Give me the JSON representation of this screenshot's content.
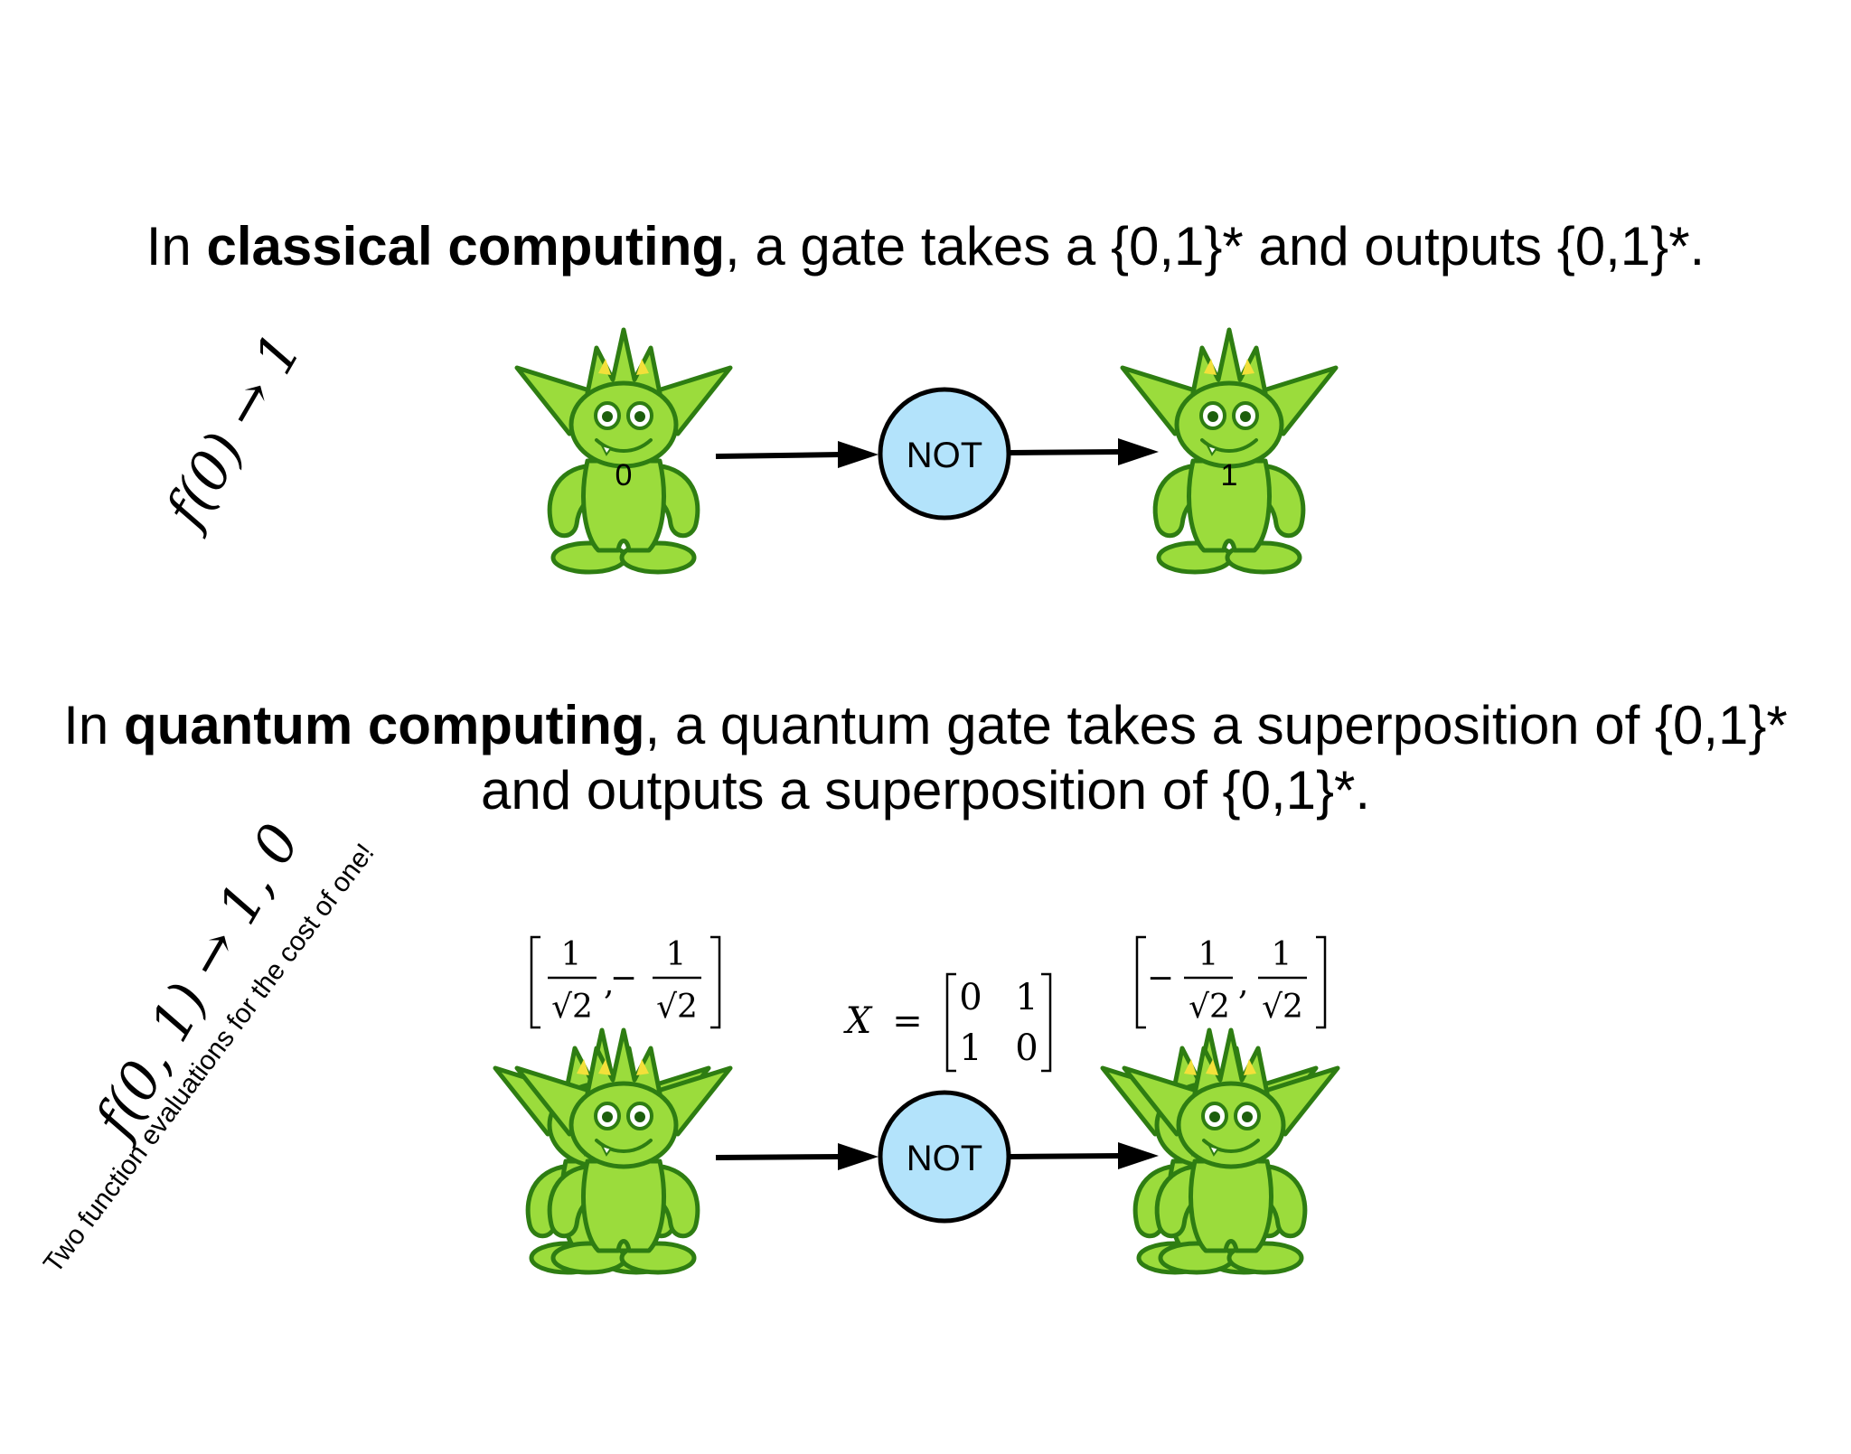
{
  "classical": {
    "text_1": "In ",
    "emphasis": "classical computing",
    "text_2": ", a gate takes a {0,1}* and outputs {0,1}*.",
    "side_formula": "f(0) → 1",
    "input_bit": "0",
    "output_bit": "1",
    "gate_label": "NOT"
  },
  "quantum": {
    "text_1": "In ",
    "emphasis": "quantum computing",
    "text_2": ", a quantum gate takes a superposition of {0,1}*",
    "line_2": "and outputs a superposition of {0,1}*.",
    "side_formula": "f(0, 1) → 1, 0",
    "side_note": "Two function evaluations for the cost of one!",
    "gate_label": "NOT",
    "input_vector": {
      "entries": [
        "1",
        "√2",
        "−",
        "1",
        "√2"
      ],
      "separator": ","
    },
    "output_vector": {
      "entries": [
        "−",
        "1",
        "√2",
        "1",
        "√2"
      ],
      "separator": ","
    },
    "matrix_symbol": "X",
    "equals": "=",
    "matrix": {
      "r1c1": "0",
      "r1c2": "1",
      "r2c1": "1",
      "r2c2": "0"
    }
  },
  "colors": {
    "gate_fill": "#b3e3fb",
    "gate_stroke": "#000000",
    "creature_body": "#9bdc3c",
    "creature_outline": "#2e7d12",
    "creature_accent": "#f3e03a"
  },
  "icons": [
    "goblin-creature-icon",
    "arrow-right-icon"
  ]
}
